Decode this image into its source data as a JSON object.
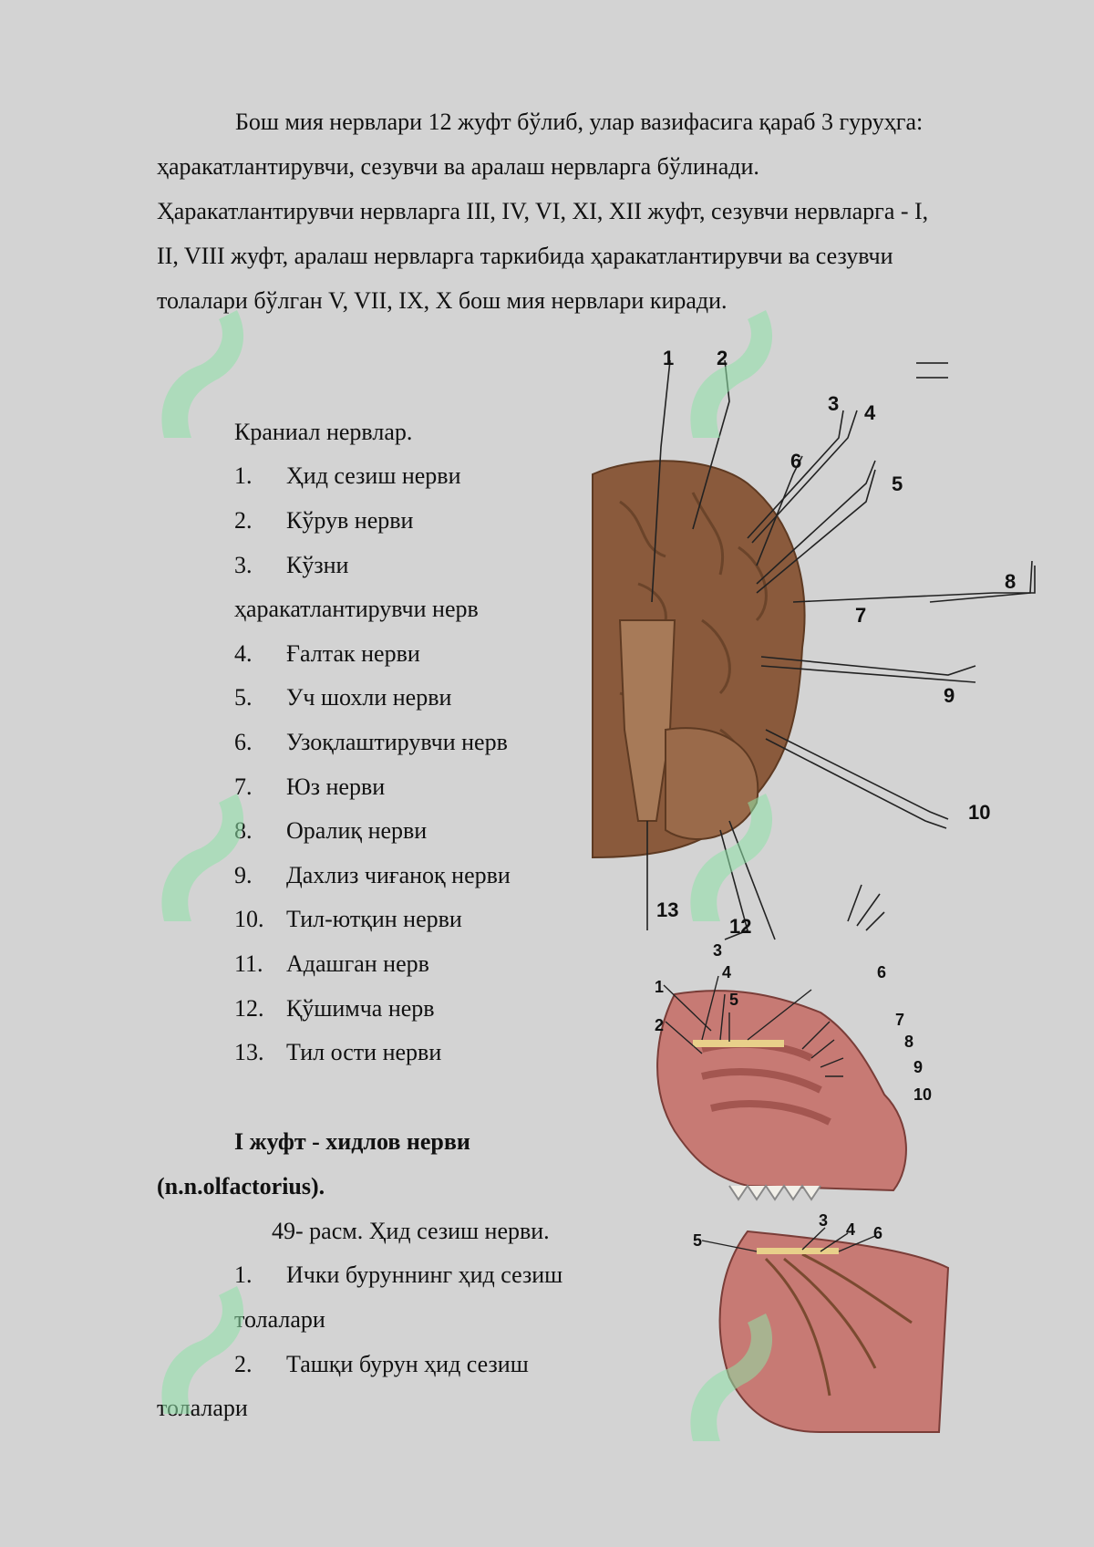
{
  "intro": {
    "lines": [
      "Бош мия нервлари 12 жуфт бўлиб, улар вазифасига қараб 3 гуруҳга:",
      "ҳаракатлантирувчи, сезувчи ва аралаш нервларга бўлинади.",
      "Ҳаракатлантирувчи нервларга III, IV, VI, XI, XII жуфт, сезувчи нервларга - I,",
      "II, VIII жуфт, аралаш нервларга таркибида ҳаракатлантирувчи ва сезувчи",
      "толалари бўлган V, VII, IX, X бош мия нервлари киради."
    ]
  },
  "cranial": {
    "heading": "Краниал нервлар.",
    "items": [
      {
        "num": "1.",
        "text": "Ҳид сезиш нерви"
      },
      {
        "num": "2.",
        "text": "Кўрув нерви"
      },
      {
        "num": "3.",
        "text": "Кўзни"
      },
      {
        "num": "",
        "text": "ҳаракатлантирувчи нерв"
      },
      {
        "num": "4.",
        "text": "Ғалтак нерви"
      },
      {
        "num": "5.",
        "text": "Уч шохли нерви"
      },
      {
        "num": "6.",
        "text": "Узоқлаштирувчи нерв"
      },
      {
        "num": "7.",
        "text": "Юз нерви"
      },
      {
        "num": "8.",
        "text": "Оралиқ нерви"
      },
      {
        "num": "9.",
        "text": "Дахлиз чиғаноқ нерви"
      },
      {
        "num": "10.",
        "text": "Тил-ютқин нерви"
      },
      {
        "num": "11.",
        "text": "Адашган нерв"
      },
      {
        "num": "12.",
        "text": "Қўшимча нерв"
      },
      {
        "num": "13.",
        "text": "Тил ости нерви"
      }
    ]
  },
  "section": {
    "title_line1": "I жуфт - хидлов нерви",
    "title_line2": "(n.n.olfactorius).",
    "caption": "49- расм. Ҳид сезиш нерви.",
    "items": [
      {
        "num": "1.",
        "text": "Ички буруннинг ҳид сезиш",
        "cont": "толалари"
      },
      {
        "num": "2.",
        "text": "Ташқи бурун ҳид сезиш",
        "cont": "толалари"
      }
    ]
  },
  "figure_brain": {
    "labels": [
      "1",
      "2",
      "3",
      "4",
      "5",
      "6",
      "7",
      "8",
      "9",
      "10",
      "12",
      "13"
    ]
  },
  "figure_nose_1": {
    "labels": [
      "1",
      "2",
      "3",
      "4",
      "5",
      "6",
      "7",
      "8",
      "9",
      "10"
    ]
  },
  "figure_nose_2": {
    "labels": [
      "3",
      "4",
      "5",
      "6"
    ]
  },
  "colors": {
    "background": "#d3d3d3",
    "brain": "#8a5a3c",
    "tissue": "#c77a74",
    "watermark": "#8fe3a8"
  }
}
